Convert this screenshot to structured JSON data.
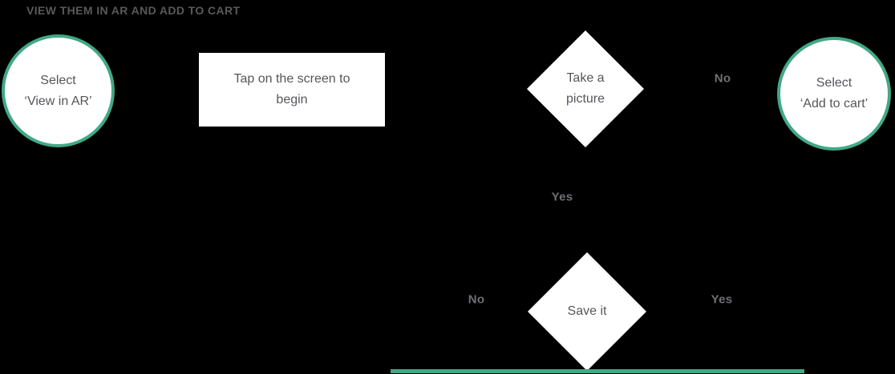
{
  "title": "VIEW THEM IN AR AND ADD TO CART",
  "diagram_type": "flowchart",
  "nodes": {
    "start": {
      "shape": "circle",
      "line1": "Select",
      "line2": "‘View in AR’"
    },
    "tap_to_begin": {
      "shape": "rectangle",
      "text": "Tap on the screen to begin"
    },
    "take_a_picture": {
      "shape": "diamond",
      "line1": "Take a",
      "line2": "picture"
    },
    "add_to_cart": {
      "shape": "circle",
      "line1": "Select",
      "line2": "‘Add to cart’"
    },
    "save_it": {
      "shape": "diamond",
      "text": "Save it"
    }
  },
  "edge_labels": {
    "take_picture_no": "No",
    "take_picture_yes": "Yes",
    "save_it_no": "No",
    "save_it_yes": "Yes"
  },
  "colors": {
    "background": "#000000",
    "node_fill": "#FFFFFF",
    "circle_border": "#42A885",
    "node_text": "#55565A",
    "edge_label_text": "#6F7074",
    "title_text": "#59595B",
    "accent_bar": "#42A885"
  }
}
